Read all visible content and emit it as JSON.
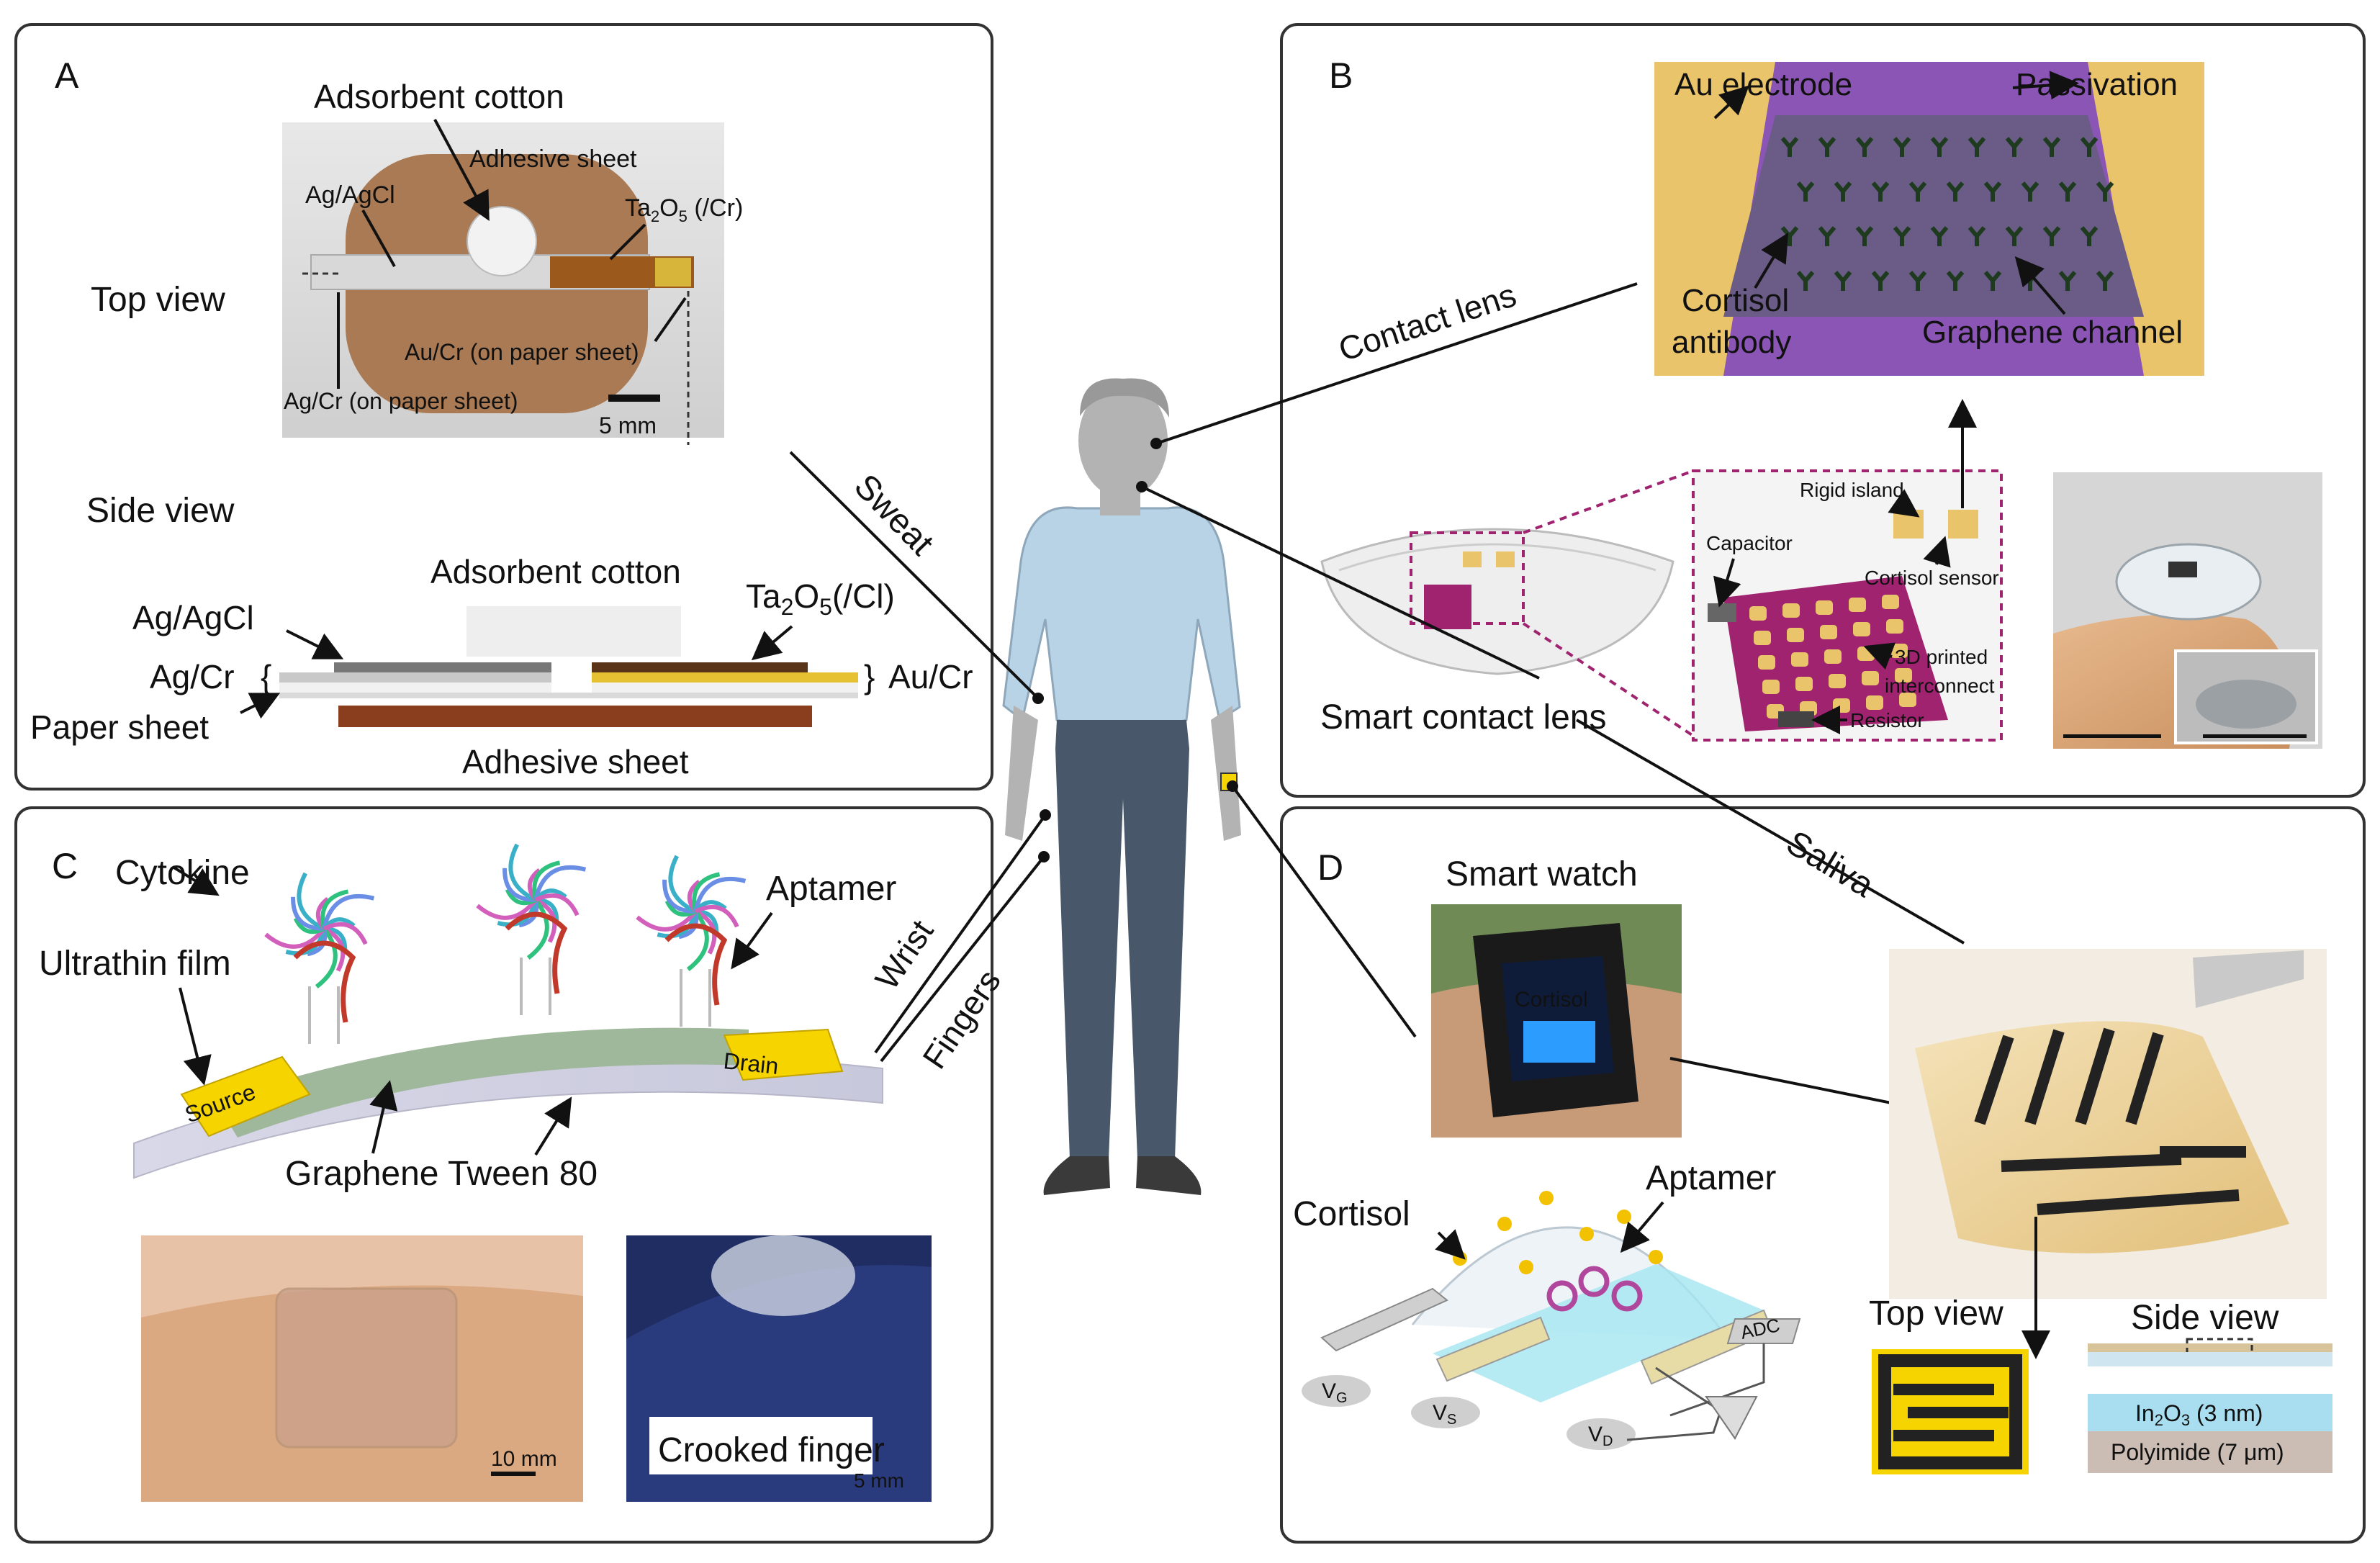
{
  "colors": {
    "gold": "#E9C46A",
    "purple": "#8A55B5",
    "magenta": "#A0236F",
    "brown": "#8B4A2B",
    "yellow": "#F5D400",
    "shirt": "#B9D3E6",
    "jeans": "#48586A",
    "skin": "#B3B3B3"
  },
  "panelA": {
    "label": "A",
    "top_view": "Top view",
    "side_view": "Side view",
    "photo": {
      "adsorbent_cotton": "Adsorbent cotton",
      "adhesive_sheet": "Adhesive sheet",
      "ag_agcl": "Ag/AgCl",
      "ta2o5_base": "Ta",
      "ta2o5_sub": "2",
      "ta2o5_rest": "O",
      "ta2o5_sub2": "5",
      "ta2o5_tail": " (/Cr)",
      "au_cr": "Au/Cr (on paper sheet)",
      "ag_cr": "Ag/Cr (on paper sheet)",
      "scale": "5 mm"
    },
    "side": {
      "adsorbent_cotton": "Adsorbent cotton",
      "ag_agcl": "Ag/AgCl",
      "ta2o5_base": "Ta",
      "ta2o5_sub": "2",
      "ta2o5_rest": "O",
      "ta2o5_sub2": "5",
      "ta2o5_tail": "(/Cl)",
      "ag_cr": "Ag/Cr",
      "au_cr": "Au/Cr",
      "paper_sheet": "Paper sheet",
      "adhesive_sheet": "Adhesive sheet"
    }
  },
  "panelB": {
    "label": "B",
    "au_electrode": "Au electrode",
    "passivation": "Passivation",
    "cortisol_antibody_1": "Cortisol",
    "cortisol_antibody_2": "antibody",
    "graphene_channel": "Graphene channel",
    "contact_lens": "Contact lens",
    "smart_contact_lens": "Smart contact lens",
    "rigid_island": "Rigid island",
    "capacitor": "Capacitor",
    "cortisol_sensor": "Cortisol sensor",
    "printed_1": "3D printed",
    "printed_2": "interconnect",
    "resistor": "Resistor"
  },
  "panelC": {
    "label": "C",
    "cytokine": "Cytokine",
    "aptamer": "Aptamer",
    "ultrathin_film": "Ultrathin film",
    "source": "Source",
    "drain": "Drain",
    "graphene_tween": "Graphene Tween 80",
    "scale": "10 mm",
    "crooked_finger": "Crooked finger",
    "scale2": "5 mm"
  },
  "panelD": {
    "label": "D",
    "smart_watch": "Smart watch",
    "screen_text": "Cortisol",
    "cortisol": "Cortisol",
    "aptamer": "Aptamer",
    "adc": "ADC",
    "vg": "V",
    "vg_sub": "G",
    "vs": "V",
    "vs_sub": "S",
    "vd": "V",
    "vd_sub": "D",
    "top_view": "Top view",
    "side_view": "Side view",
    "in2o3_a": "In",
    "in2o3_sub1": "2",
    "in2o3_b": "O",
    "in2o3_sub2": "3",
    "in2o3_c": " (3 nm)",
    "polyimide": "Polyimide (7 μm)"
  },
  "body_labels": {
    "sweat": "Sweat",
    "saliva": "Saliva",
    "wrist": "Wrist",
    "fingers": "Fingers"
  }
}
